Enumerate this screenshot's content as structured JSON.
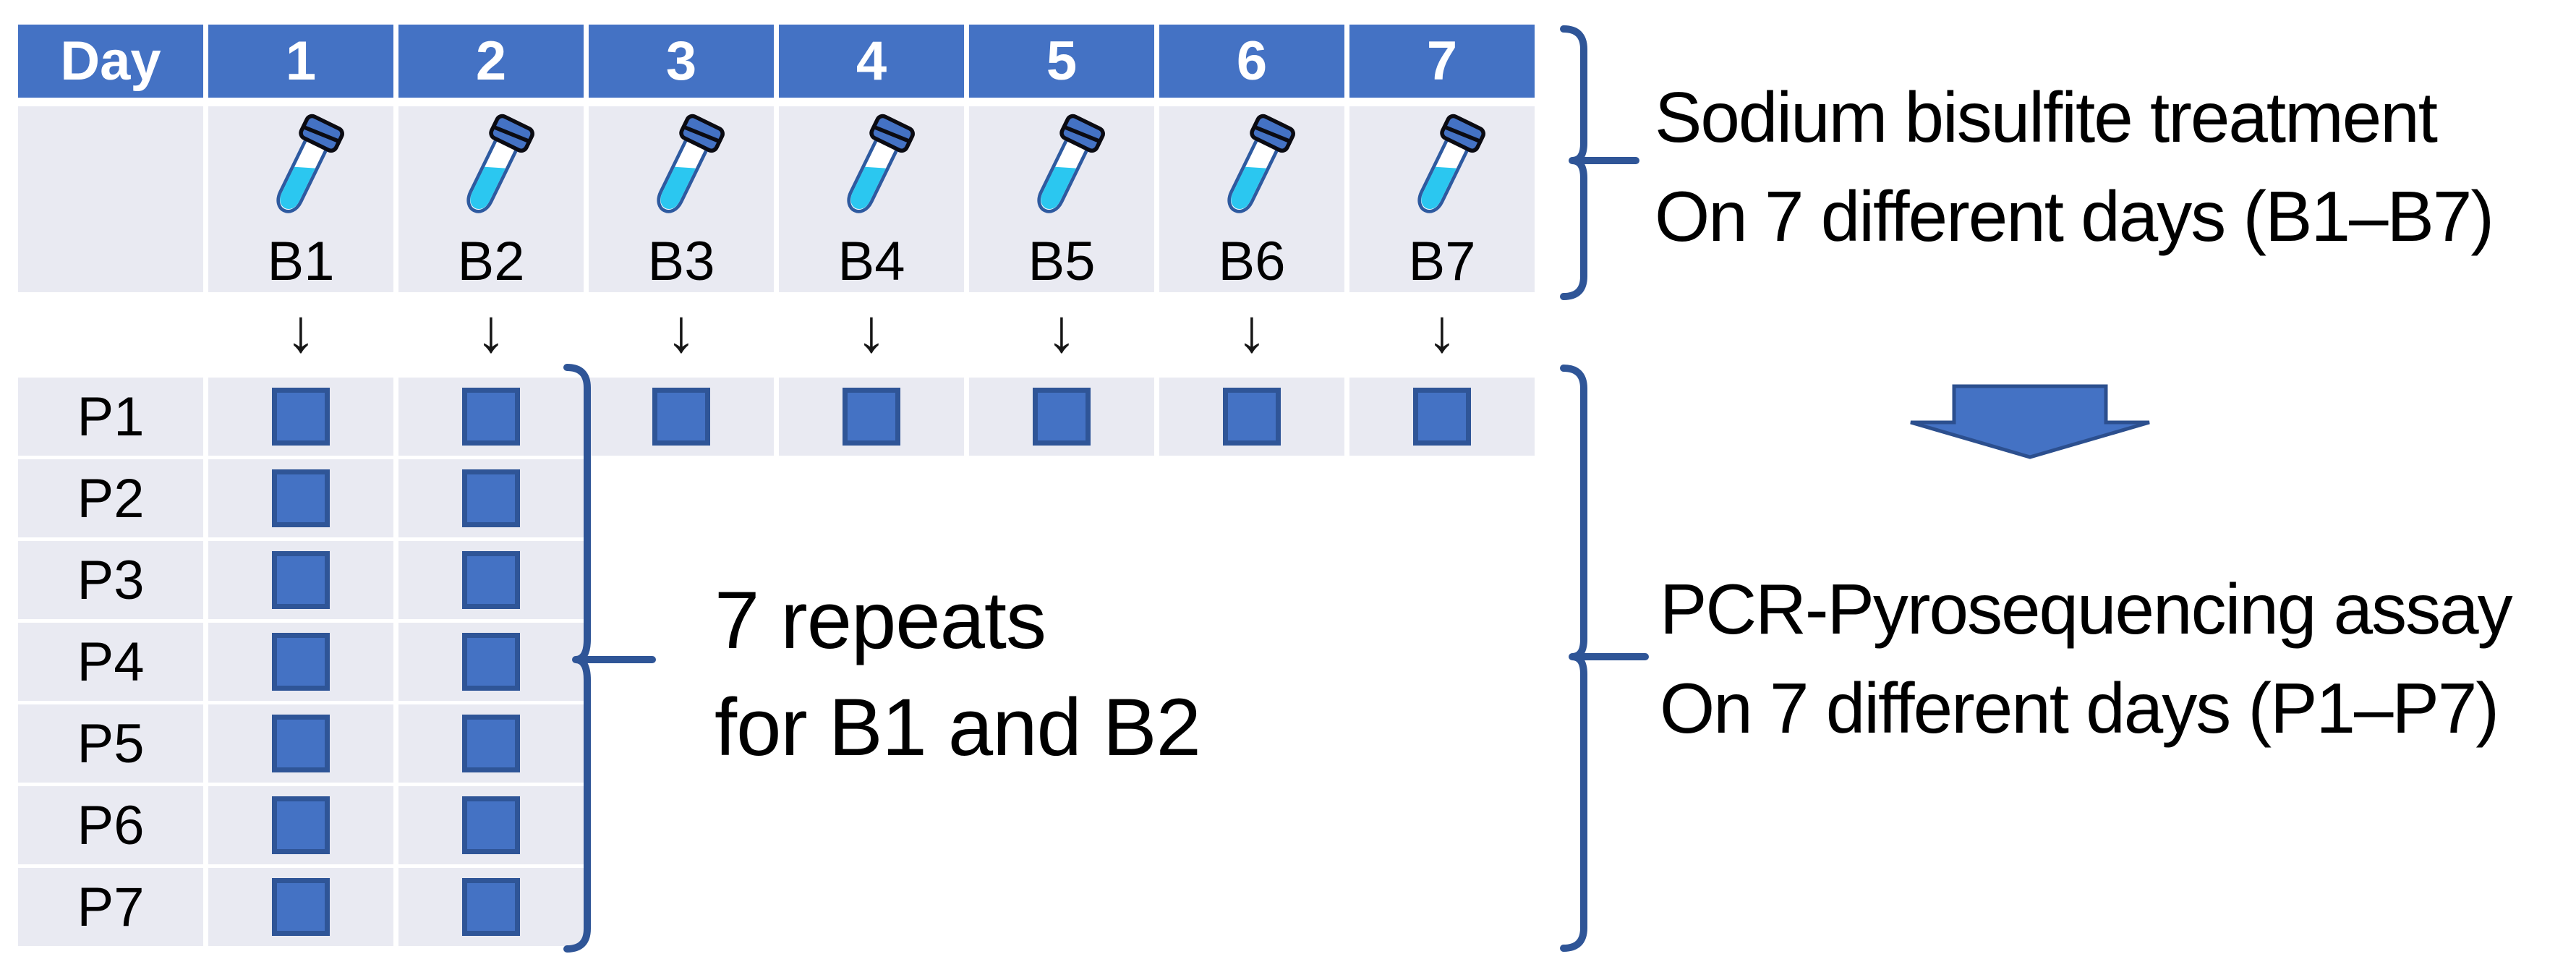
{
  "palette": {
    "background": "#FFFFFF",
    "header_blue": "#4472C4",
    "cell_lavender": "#E9EAF2",
    "square_blue": "#4472C4",
    "square_border": "#2F5597",
    "brace_blue": "#2F5597",
    "arrow_fill": "#4472C4",
    "arrow_outline": "#2C4F8E",
    "tube_liquid": "#2BC7F0",
    "tube_outline": "#2E5AA0",
    "cap_fill": "#4472C4",
    "cap_outline": "#0B0B12",
    "text_black": "#000000"
  },
  "bisulfite_table": {
    "corner_label": "Day",
    "day_headers": [
      "1",
      "2",
      "3",
      "4",
      "5",
      "6",
      "7"
    ],
    "tube_labels": [
      "B1",
      "B2",
      "B3",
      "B4",
      "B5",
      "B6",
      "B7"
    ],
    "tube_icon": "test-tube-icon"
  },
  "flow_arrows": {
    "glyph": "↓",
    "count": 7
  },
  "pcr_grid": {
    "total_day_columns": 7,
    "rows": [
      {
        "label": "P1",
        "filled_days": 7
      },
      {
        "label": "P2",
        "filled_days": 2
      },
      {
        "label": "P3",
        "filled_days": 2
      },
      {
        "label": "P4",
        "filled_days": 2
      },
      {
        "label": "P5",
        "filled_days": 2
      },
      {
        "label": "P6",
        "filled_days": 2
      },
      {
        "label": "P7",
        "filled_days": 2
      }
    ]
  },
  "annotations": {
    "bisulfite_note": {
      "line1": "Sodium bisulfite treatment",
      "line2": "On 7 different days (B1–B7)"
    },
    "repeats_note": {
      "line1": "7 repeats",
      "line2": "for B1 and B2"
    },
    "pcr_note": {
      "line1": "PCR-Pyrosequencing assay",
      "line2": "On 7 different days (P1–P7)"
    },
    "big_arrow_icon": "block-down-arrow-icon"
  }
}
